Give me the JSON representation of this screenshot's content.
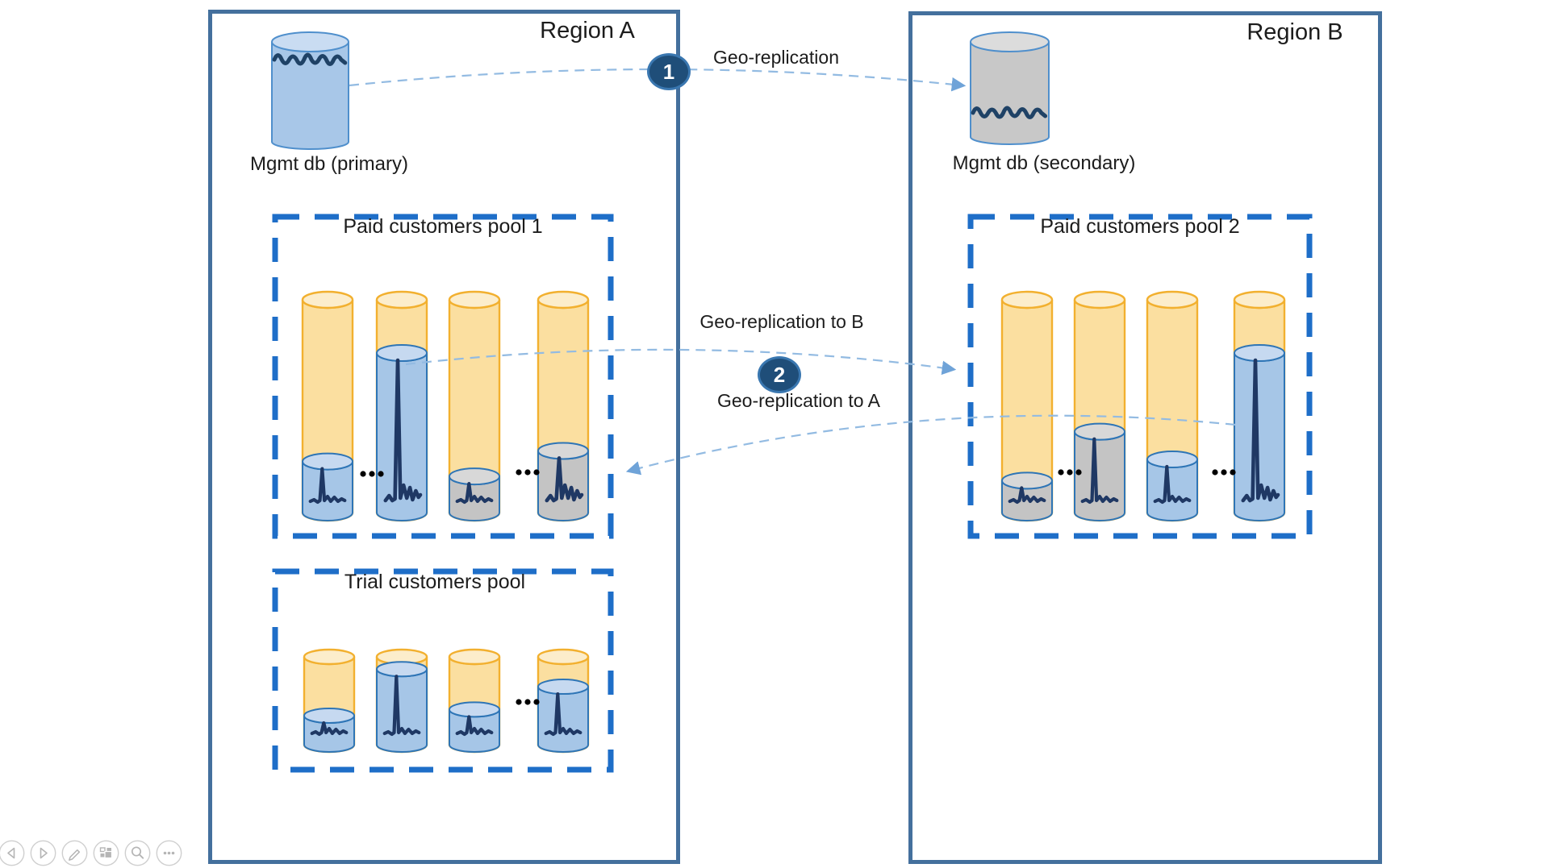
{
  "slide": {
    "regions": [
      {
        "title": "Region A"
      },
      {
        "title": "Region B"
      }
    ],
    "mgmt_dbs": [
      {
        "label": "Mgmt db (primary)",
        "variant": "blue"
      },
      {
        "label": "Mgmt db (secondary)",
        "variant": "gray"
      }
    ],
    "arrows": {
      "top_label": "Geo-replication",
      "to_b_label": "Geo-replication to B",
      "to_a_label": "Geo-replication to A"
    },
    "badges": [
      {
        "label": "1"
      },
      {
        "label": "2"
      }
    ],
    "pools": [
      {
        "title": "Paid customers pool 1",
        "region": "Region A",
        "cylinders": [
          {
            "kind": "blue",
            "level": 0.24,
            "spike": "small"
          },
          {
            "kind": "blue",
            "level": 0.75,
            "spike": "large"
          },
          {
            "kind": "gray",
            "level": 0.17,
            "spike": "small"
          },
          {
            "kind": "gray",
            "level": 0.29,
            "spike": "large"
          }
        ]
      },
      {
        "title": "Trial customers pool",
        "region": "Region A",
        "cylinders": [
          {
            "kind": "blue",
            "level": 0.33,
            "spike": "small"
          },
          {
            "kind": "blue",
            "level": 0.86,
            "spike": "small"
          },
          {
            "kind": "blue",
            "level": 0.4,
            "spike": "small"
          },
          {
            "kind": "blue",
            "level": 0.66,
            "spike": "small"
          }
        ]
      },
      {
        "title": "Paid customers pool 2",
        "region": "Region B",
        "cylinders": [
          {
            "kind": "gray",
            "level": 0.15,
            "spike": "small"
          },
          {
            "kind": "gray",
            "level": 0.38,
            "spike": "small"
          },
          {
            "kind": "blue",
            "level": 0.25,
            "spike": "small"
          },
          {
            "kind": "blue",
            "level": 0.75,
            "spike": "large"
          }
        ]
      }
    ]
  },
  "controls": {
    "items": [
      {
        "name": "previous-slide"
      },
      {
        "name": "next-slide"
      },
      {
        "name": "pen-annotate"
      },
      {
        "name": "see-all-slides"
      },
      {
        "name": "zoom-slide"
      },
      {
        "name": "more-options"
      }
    ]
  },
  "colors": {
    "region_border": "#44709D",
    "pool_dash_blue": "#1E6EC8",
    "cyl_yellow_body": "#FBDFA0",
    "cyl_yellow_top": "#FCEDCB",
    "cyl_yellow_stroke": "#F2B02F",
    "cyl_blue_body": "#A6C6E7",
    "cyl_blue_top": "#C6D9F0",
    "cyl_blue_stroke": "#2E75B6",
    "cyl_gray_body": "#C4C4C4",
    "cyl_gray_top": "#D8D8D8",
    "db_stroke": "#4F8FCC",
    "db_blue_body": "#A8C7E8",
    "db_blue_top": "#C9DCF2",
    "db_gray_body": "#C8C8C8",
    "db_gray_top": "#DCDCDC",
    "wave_navy": "#1F4266",
    "spike_navy": "#1F3864",
    "arrow_dash_blue": "#93BBE2",
    "arrowhead_blue": "#6FA3D8",
    "badge_fill": "#1F4E79",
    "badge_ring": "#3A77B0",
    "text_dark": "#1C1C1C",
    "control_gray": "#B5B5B5"
  }
}
